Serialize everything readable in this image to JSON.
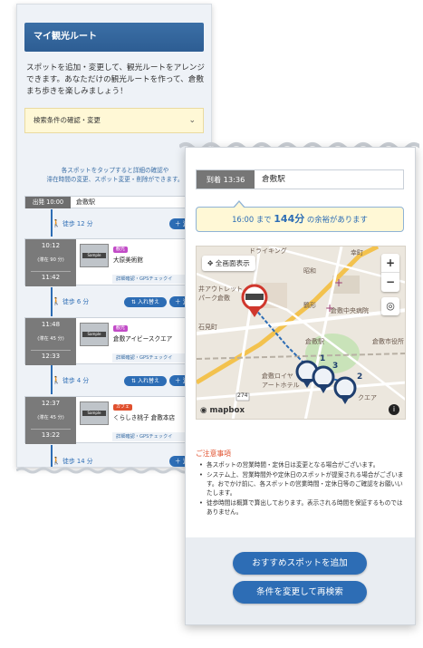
{
  "back_panel": {
    "title": "マイ観光ルート",
    "description": "スポットを追加・変更して、観光ルートをアレンジできます。あなただけの観光ルートを作って、倉敷まち歩きを楽しみましょう！",
    "conditions_label": "検索条件の確認・変更",
    "help_line1": "各スポットをタップすると詳細の確認や",
    "help_line2": "滞在時間の変更、スポット変更・削除ができます。",
    "start": {
      "badge": "出発 10:00",
      "name": "倉敷駅"
    },
    "walks": [
      {
        "label": "徒歩 12 分",
        "add": "＋ 追"
      },
      {
        "label": "徒歩 6 分",
        "swap": "⇅ 入れ替え",
        "add": "＋ 追"
      },
      {
        "label": "徒歩 4 分",
        "swap": "⇅ 入れ替え",
        "add": "＋ 追"
      },
      {
        "label": "徒歩 14 分",
        "add": "＋ 追"
      }
    ],
    "spots": [
      {
        "arrive": "10:12",
        "stay": "(滞在 90 分)",
        "depart": "11:42",
        "thumb": "Sample",
        "category": "観光",
        "name": "大原美術館",
        "detail": "詳細確認・GPSチェックイ"
      },
      {
        "arrive": "11:48",
        "stay": "(滞在 45 分)",
        "depart": "12:33",
        "thumb": "Sample",
        "category": "観光",
        "name": "倉敷アイビースクエア",
        "detail": "詳細確認・GPSチェックイ"
      },
      {
        "arrive": "12:37",
        "stay": "(滞在 45 分)",
        "depart": "13:22",
        "thumb": "Sample",
        "category": "カフェ",
        "name": "くらしき桃子 倉敷本店",
        "detail": "詳細確認・GPSチェックイ"
      }
    ]
  },
  "front_panel": {
    "arrival_badge": "到着 13:36",
    "arrival_name": "倉敷駅",
    "spare_prefix": "16:00 まで ",
    "spare_minutes": "144分",
    "spare_suffix": " の余裕があります",
    "map": {
      "fullscreen_label": "全画面表示",
      "zoom_in": "+",
      "zoom_out": "−",
      "logo": "mapbox",
      "info": "i",
      "labels": [
        {
          "text": "ドライキング"
        },
        {
          "text": "幸町"
        },
        {
          "text": "昭和"
        },
        {
          "text": "井アウトレット"
        },
        {
          "text": "パーク倉敷"
        },
        {
          "text": "鶴形"
        },
        {
          "text": "倉敷中央病院"
        },
        {
          "text": "石見町"
        },
        {
          "text": "倉敷駅"
        },
        {
          "text": "倉敷市役所"
        },
        {
          "text": "倉敷ロイヤ"
        },
        {
          "text": "アートホテル"
        },
        {
          "text": "クエア"
        },
        {
          "text": "274"
        }
      ],
      "start_marker_label": "Sample",
      "route_markers": [
        "1",
        "2",
        "3"
      ]
    },
    "notes_title": "ご注意事項",
    "notes": [
      "各スポットの営業時間・定休日は変更となる場合がございます。",
      "システム上、営業時間外や定休日のスポットが提案される場合がございます。おでかけ前に、各スポットの営業時間・定休日等のご確認をお願いいたします。",
      "徒歩時間は概算で算出しております。表示される時間を保証するものではありません。"
    ],
    "buttons": {
      "add_spot": "おすすめスポットを追加",
      "research": "条件を変更して再検索"
    }
  },
  "colors": {
    "primary": "#2d6db5",
    "title_bar": "#3b6fa6",
    "warning": "#e0502e",
    "note_bg": "#fff8d6"
  }
}
